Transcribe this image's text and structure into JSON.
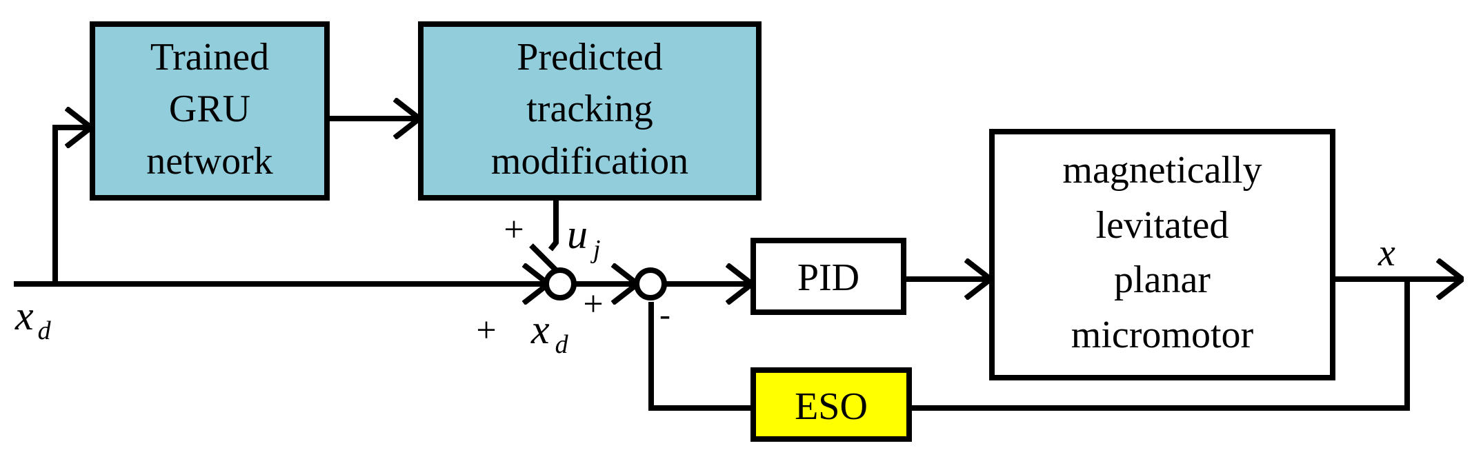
{
  "blocks": {
    "gru": {
      "lines": [
        "Trained",
        "GRU",
        "network"
      ],
      "fill": "#92CDDC"
    },
    "predicted": {
      "lines": [
        "Predicted",
        "tracking",
        "modification"
      ],
      "fill": "#92CDDC"
    },
    "pid": {
      "lines": [
        "PID"
      ],
      "fill": "#FFFFFF"
    },
    "plant": {
      "lines": [
        "magnetically",
        "levitated",
        "planar",
        "micromotor"
      ],
      "fill": "#FFFFFF"
    },
    "eso": {
      "lines": [
        "ESO"
      ],
      "fill": "#FFFF00"
    }
  },
  "signals": {
    "xd_input": {
      "main": "x",
      "sub": "d"
    },
    "uj": {
      "main": "u",
      "sub": "j"
    },
    "xd_sum": {
      "main": "x",
      "sub": "d"
    },
    "x_output": {
      "main": "x"
    }
  },
  "signs": {
    "sum1_top": "+",
    "sum1_left": "+",
    "sum2_left": "+",
    "sum2_bottom": "-"
  },
  "colors": {
    "line": "#000000",
    "teal": "#92CDDC",
    "yellow": "#FFFF00"
  }
}
